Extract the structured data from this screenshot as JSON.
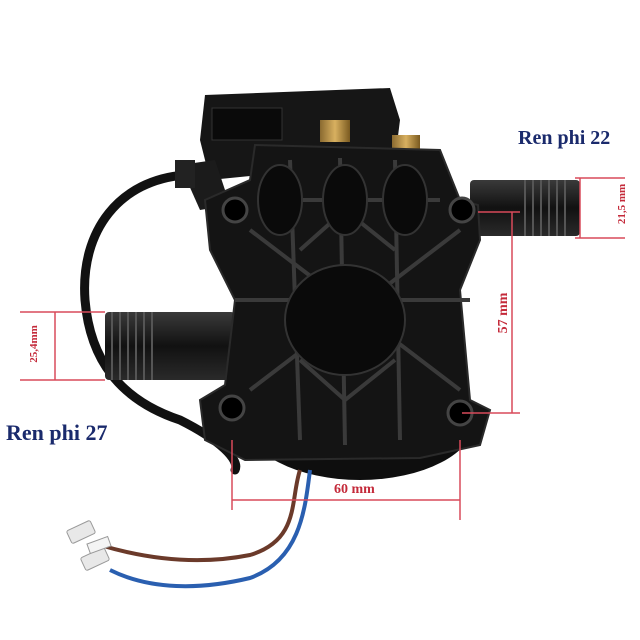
{
  "labels": {
    "thread_top": "Ren phi 22",
    "thread_left": "Ren phi 27"
  },
  "dimensions": {
    "right_thread_dia": "21,5 mm",
    "left_thread_dia": "25,4mm",
    "hole_spacing_vertical": "57 mm",
    "hole_spacing_horizontal": "60 mm"
  },
  "colors": {
    "label_text": "#1a2a6c",
    "dimension_text": "#c42a3a",
    "dimension_line": "#d84a5a",
    "body": "#141414",
    "background": "#ffffff"
  }
}
